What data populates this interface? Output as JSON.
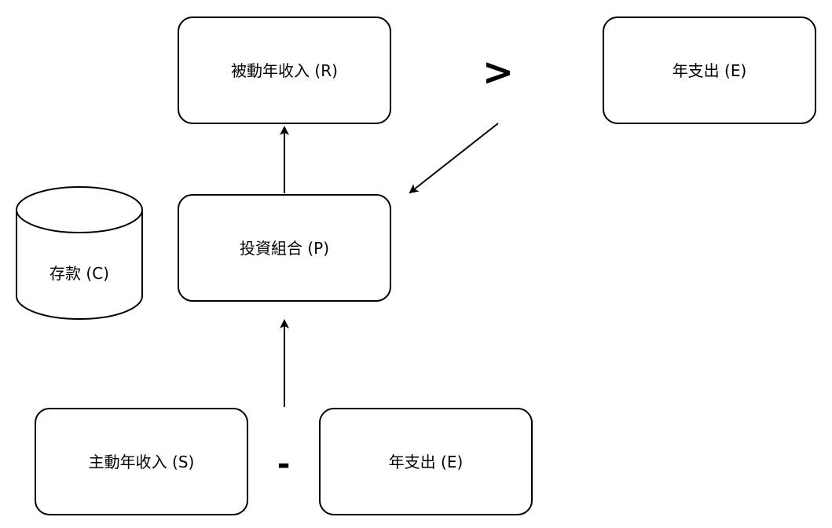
{
  "nodes": {
    "passive_income": {
      "label": "被動年收入 (R)"
    },
    "expense_top": {
      "label": "年支出 (E)"
    },
    "portfolio": {
      "label": "投資組合 (P)"
    },
    "savings": {
      "label": "存款 (C)"
    },
    "active_income": {
      "label": "主動年收入 (S)"
    },
    "expense_bottom": {
      "label": "年支出 (E)"
    }
  },
  "operators": {
    "greater_than": ">",
    "minus": "-"
  },
  "colors": {
    "stroke": "#000000",
    "fill": "#ffffff",
    "text": "#000000"
  }
}
